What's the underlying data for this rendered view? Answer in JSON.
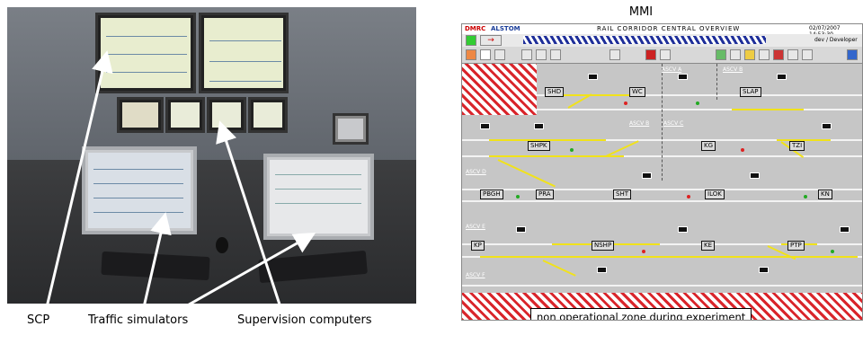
{
  "photo_labels": {
    "scp": "SCP",
    "traffic": "Traffic simulators",
    "supervision": "Supervision computers"
  },
  "mmi": {
    "caption": "MMI",
    "brand1": "DMRC",
    "brand2": "ALSTOM",
    "window_title": "RAIL CORRIDOR CENTRAL OVERVIEW",
    "datetime": "02/07/2007 14:53:30",
    "user": "dev / Developer",
    "ascv_labels": [
      "ASCV A",
      "ASCV B",
      "ASCV B",
      "ASCV C",
      "ASCV D",
      "ASCV E",
      "ASCV F"
    ],
    "stations": [
      "SHD",
      "WC",
      "SLAP",
      "SHPK",
      "KG",
      "TZI",
      "PBGH",
      "PRA",
      "SHT",
      "ILOK",
      "KN",
      "KP",
      "NSHP",
      "KE",
      "PTP"
    ],
    "nonop_label": "non operational zone during experiment"
  },
  "colors": {
    "track_white": "#f3f3f3",
    "track_yellow": "#f1e21a",
    "hatch_red": "#d9252b",
    "mmi_bg": "#c6c6c6"
  }
}
